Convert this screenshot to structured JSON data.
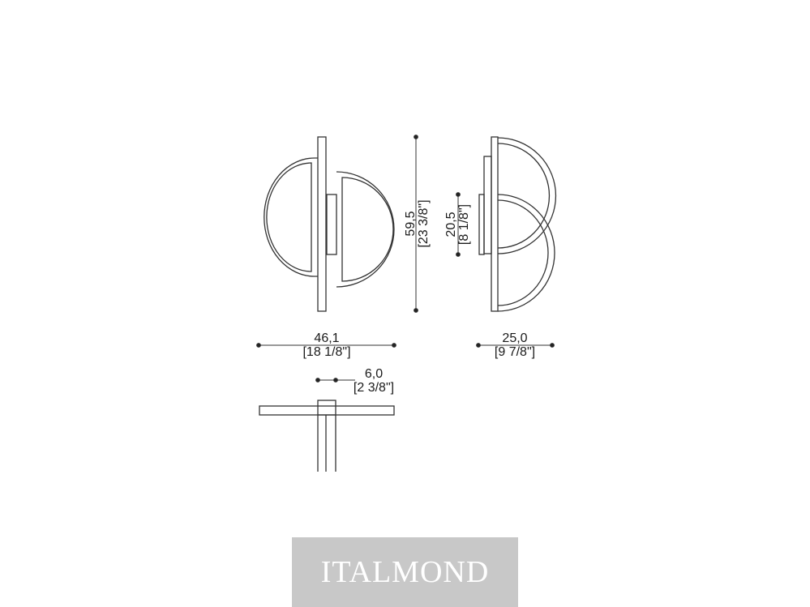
{
  "dimensions": {
    "height_total": {
      "cm": "59,5",
      "in": "[23 3/8\"]"
    },
    "height_mount": {
      "cm": "20,5",
      "in": "[8 1/8\"]"
    },
    "width_front": {
      "cm": "46,1",
      "in": "[18 1/8\"]"
    },
    "depth_side": {
      "cm": "25,0",
      "in": "[9 7/8\"]"
    },
    "plate_width": {
      "cm": "6,0",
      "in": "[2 3/8\"]"
    }
  },
  "brand": {
    "name": "ITALMOND"
  },
  "colors": {
    "line": "#333333",
    "logo_bg": "#c8c8c8",
    "logo_text": "#ffffff"
  }
}
